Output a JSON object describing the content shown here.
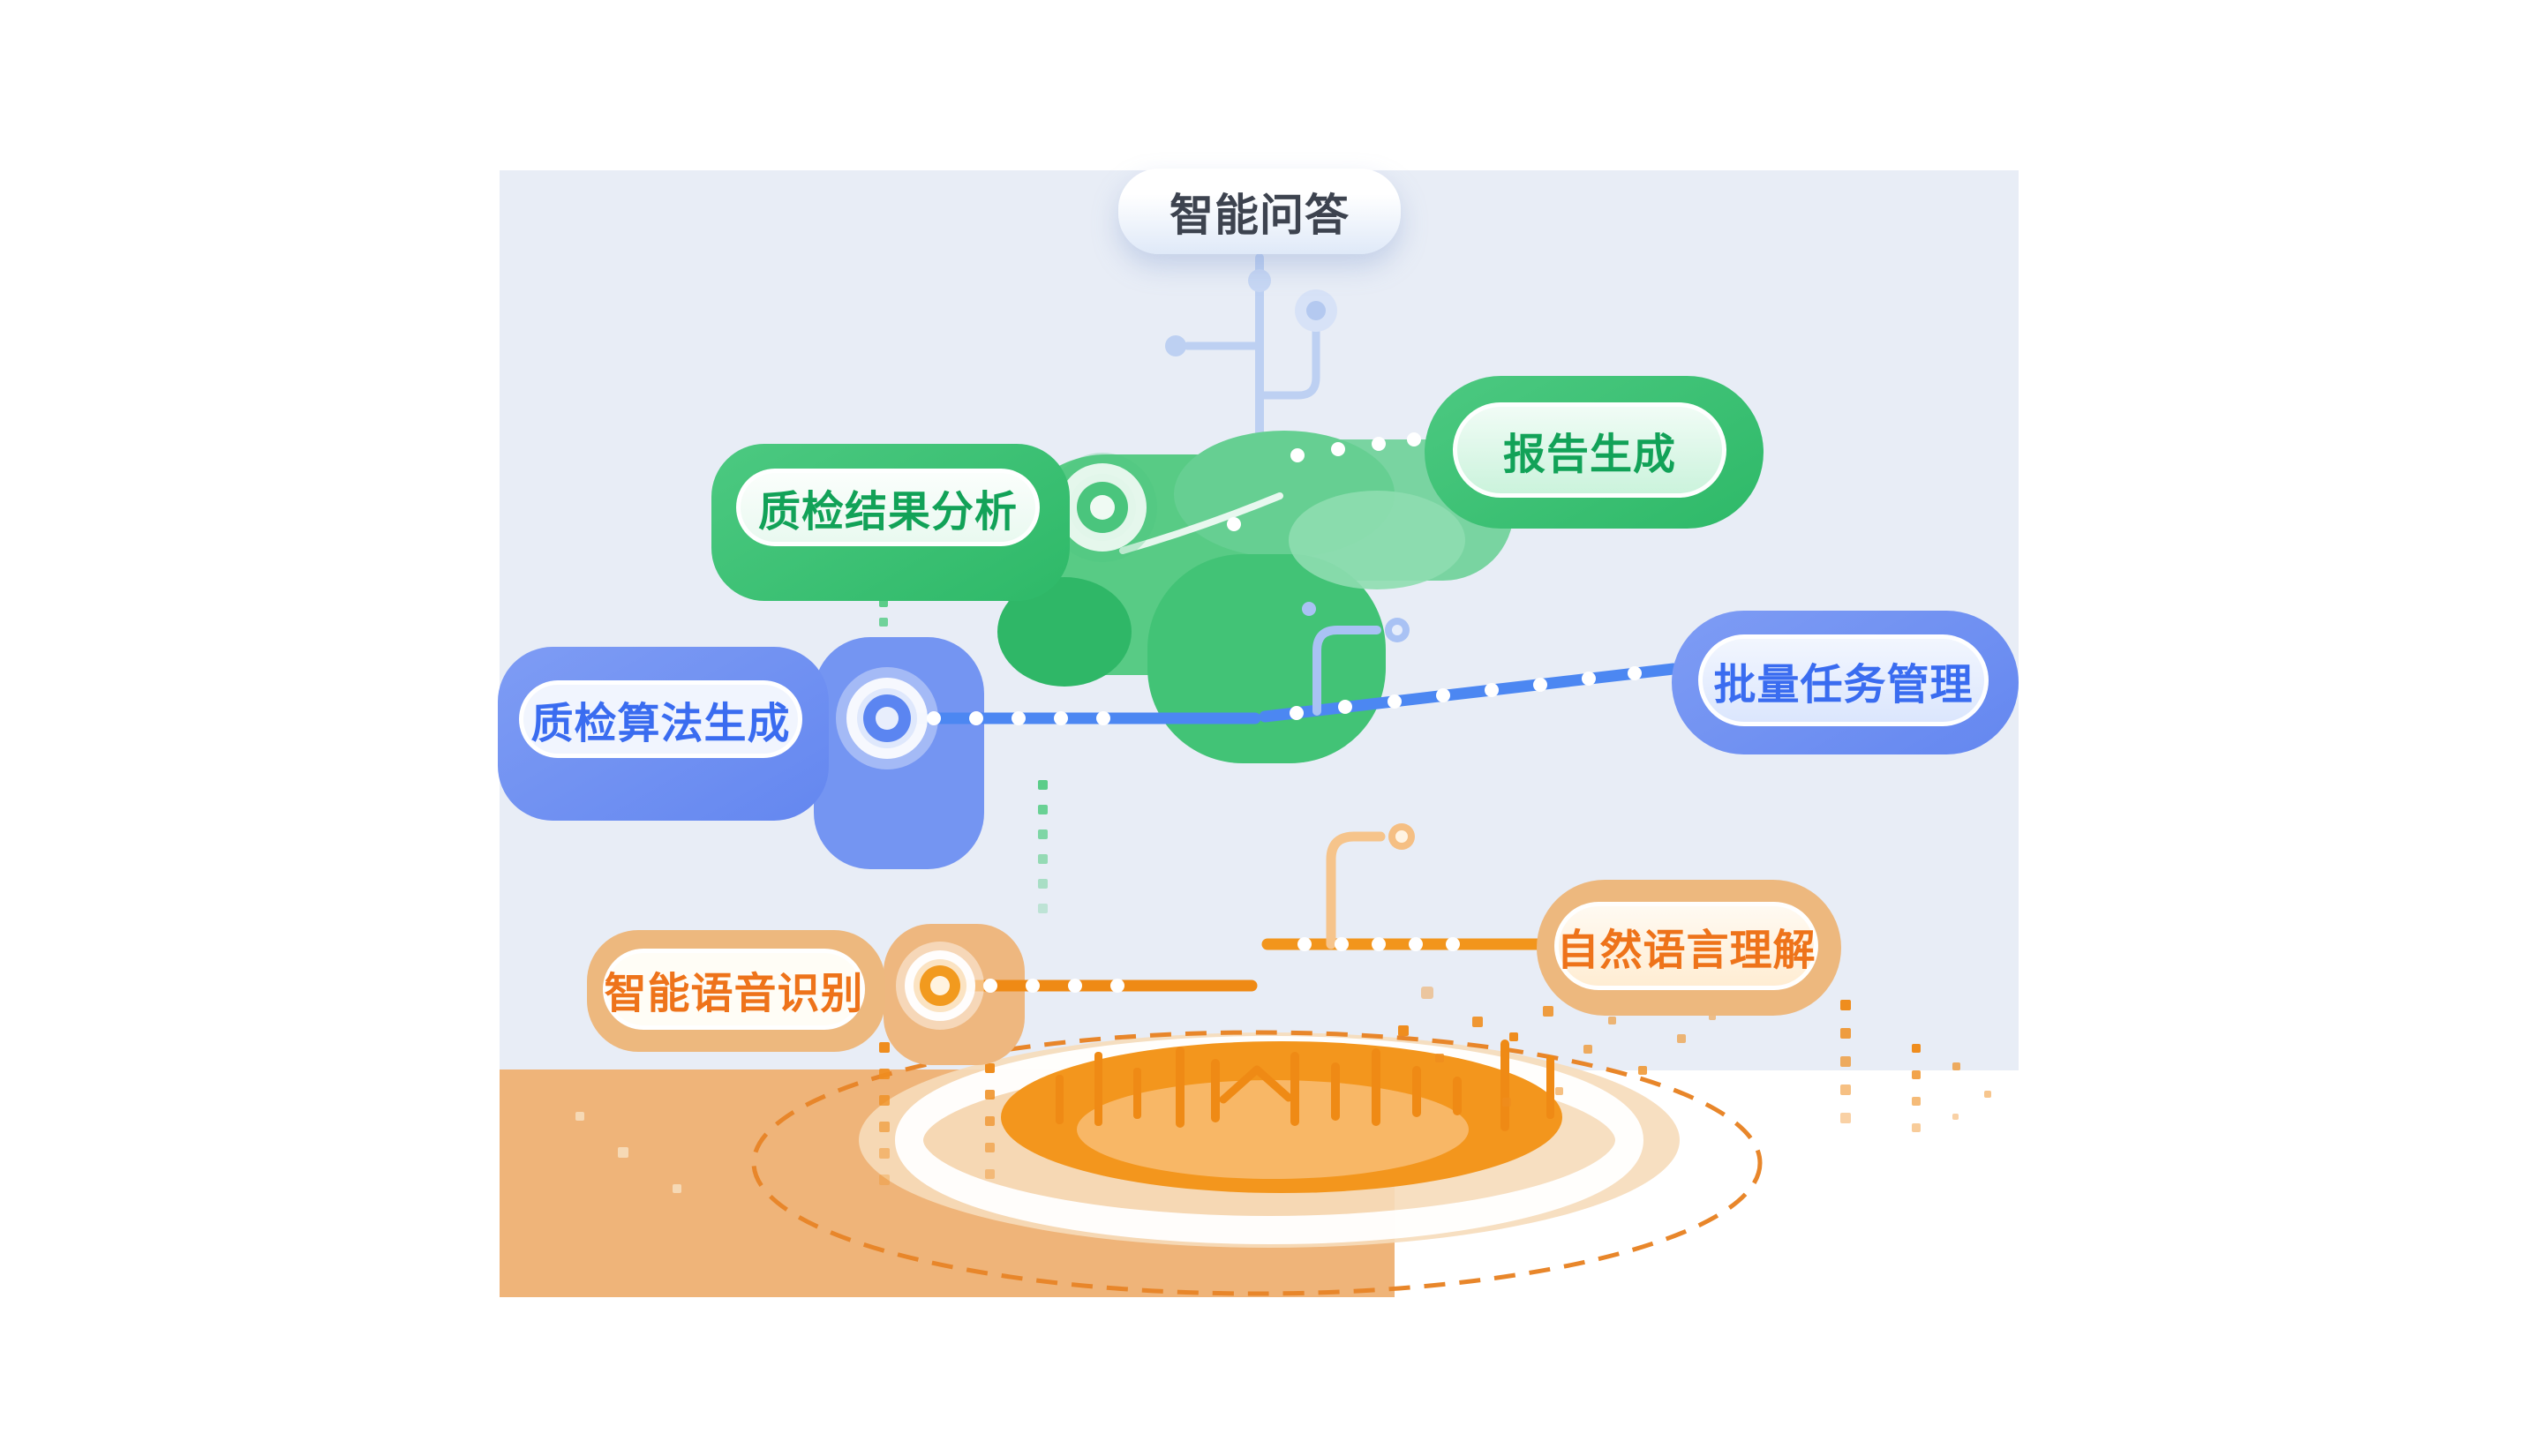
{
  "diagram": {
    "pills": {
      "qa": {
        "label": "智能问答"
      },
      "report": {
        "label": "报告生成"
      },
      "result_analysis": {
        "label": "质检结果分析"
      },
      "batch_tasks": {
        "label": "批量任务管理"
      },
      "algorithm": {
        "label": "质检算法生成"
      },
      "nlu": {
        "label": "自然语言理解"
      },
      "asr": {
        "label": "智能语音识别"
      }
    },
    "colors": {
      "panel_background": "#e8edf6",
      "ground": "#efb479",
      "green": "#3ec476",
      "green_text": "#12a258",
      "blue": "#7495f2",
      "blue_text": "#3a6cf0",
      "branch_blue": "#4c87f2",
      "orange": "#f2951c",
      "orange_text": "#ee731a",
      "tan": "#edb87e",
      "trunk_blue": "#2f7ce9"
    }
  }
}
